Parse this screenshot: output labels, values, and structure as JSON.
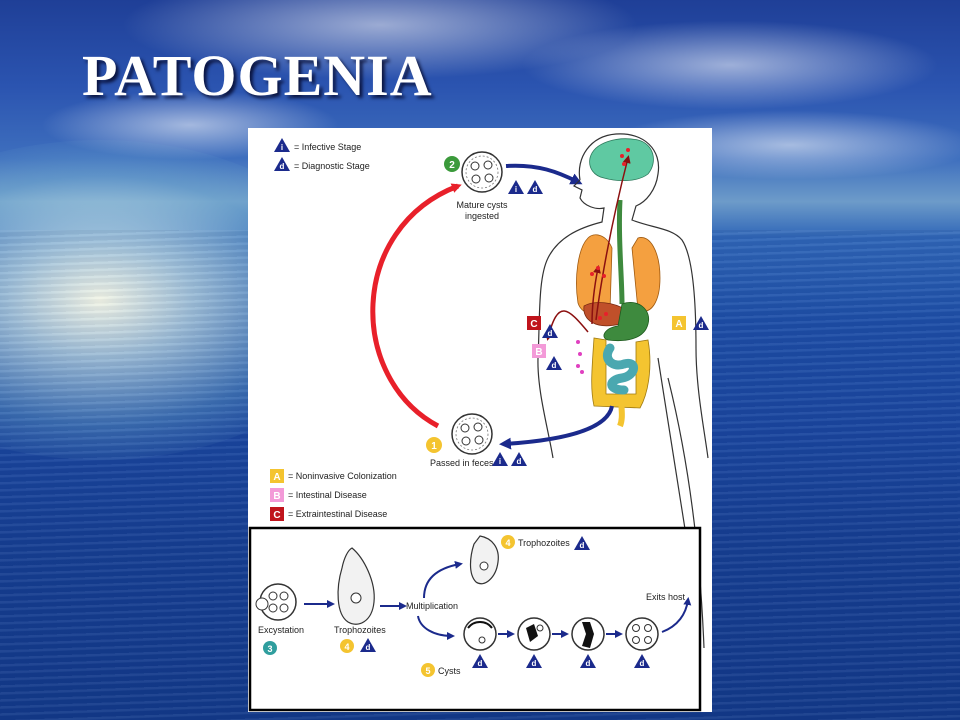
{
  "slide": {
    "title": "PATOGENIA"
  },
  "legend_top": {
    "infective": "= Infective Stage",
    "diagnostic": "= Diagnostic Stage",
    "i_mark": "i",
    "d_mark": "d"
  },
  "cycle": {
    "step1_num": "1",
    "step1_label": "Passed in feces",
    "step2_num": "2",
    "step2_label_line1": "Mature cysts",
    "step2_label_line2": "ingested"
  },
  "disease_markers": {
    "A": "A",
    "B": "B",
    "C": "C"
  },
  "legend_bottom": {
    "A": "= Noninvasive Colonization",
    "B": "= Intestinal Disease",
    "C": "= Extraintestinal Disease"
  },
  "inset": {
    "excystation": "Excystation",
    "num3": "3",
    "trophozoites": "Trophozoites",
    "num4": "4",
    "multiplication": "Multiplication",
    "trophozoites_top": "Trophozoites",
    "num4b": "4",
    "exits_host": "Exits host",
    "num5": "5",
    "cysts": "Cysts"
  },
  "colors": {
    "red_arrow": "#e8202a",
    "blue_arrow": "#1b2a8c",
    "diag_triangle": "#1b2a8c",
    "marker_A": "#f4c430",
    "marker_B": "#f39ad8",
    "marker_C": "#c0141c",
    "num_green": "#3b9a3b",
    "num_yellow": "#f4c430",
    "num_teal": "#2f9e9e",
    "brain": "#5fc9a2",
    "lungs": "#f4a040",
    "liver": "#c0502a",
    "stomach": "#3e8a3e",
    "colon": "#f4c430",
    "small_intestine": "#4aa8b0"
  }
}
